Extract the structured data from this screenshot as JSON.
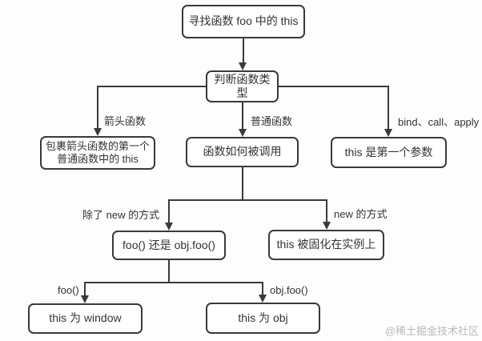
{
  "nodes": {
    "root": "寻找函数 foo 中的 this",
    "judge": "判断函数类型",
    "arrow_fn_result": "包裹箭头函数的第一个\n普通函数中的 this",
    "how_called": "函数如何被调用",
    "bind_result": "this 是第一个参数",
    "foo_or_objfoo": "foo() 还是 obj.foo()",
    "new_result": "this 被固化在实例上",
    "window_result": "this 为 window",
    "obj_result": "this 为 obj"
  },
  "edge_labels": {
    "arrow_fn": "箭头函数",
    "normal_fn": "普通函数",
    "bind_call_apply": "bind、call、apply",
    "not_new": "除了 new 的方式",
    "new_way": "new 的方式",
    "foo_call": "foo()",
    "obj_foo_call": "obj.foo()"
  },
  "watermark": "@稀土掘金技术社区",
  "colors": {
    "line": "#3a3a3a",
    "text": "#333333",
    "watermark": "#b9b9b9",
    "node_bg": "#ffffff"
  }
}
